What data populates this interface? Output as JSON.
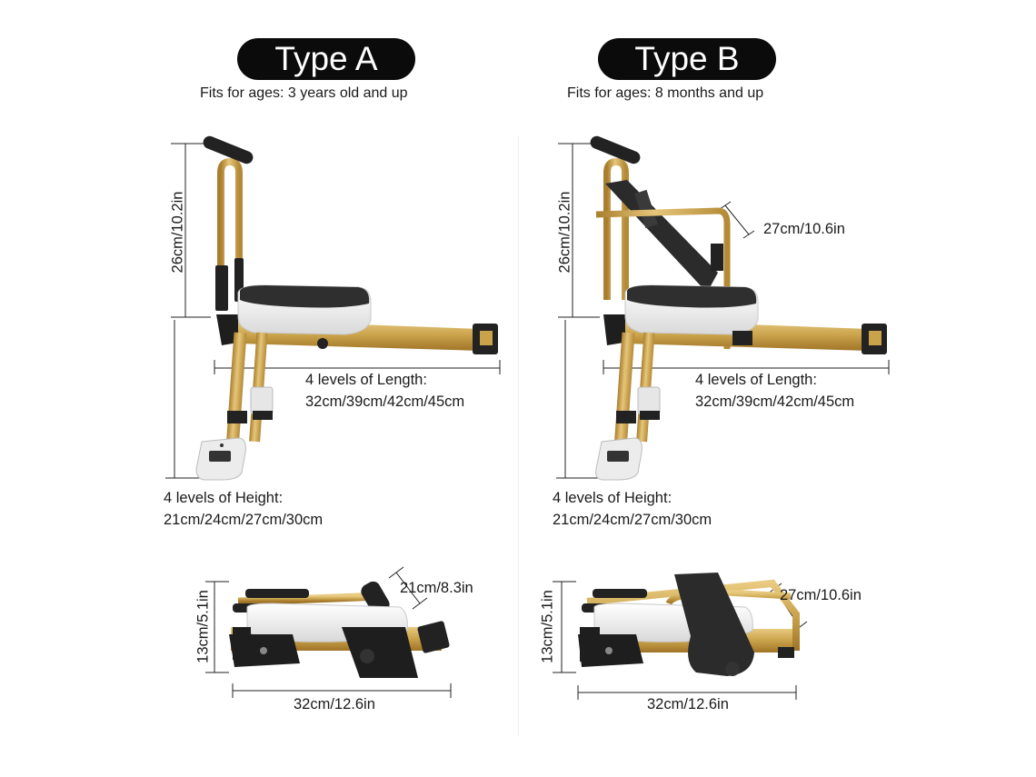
{
  "type_a": {
    "title": "Type A",
    "fits": "Fits for ages: 3 years old and up",
    "back_height": "26cm/10.2in",
    "length_title": "4 levels of Length:",
    "length_values": "32cm/39cm/42cm/45cm",
    "height_title": "4 levels of Height:",
    "height_values": "21cm/24cm/27cm/30cm",
    "folded_height": "13cm/5.1in",
    "handle_width": "21cm/8.3in",
    "folded_length": "32cm/12.6in"
  },
  "type_b": {
    "title": "Type B",
    "fits": "Fits for ages: 8 months and up",
    "back_height": "26cm/10.2in",
    "armrest_width": "27cm/10.6in",
    "length_title": "4 levels of Length:",
    "length_values": "32cm/39cm/42cm/45cm",
    "height_title": "4 levels of Height:",
    "height_values": "21cm/24cm/27cm/30cm",
    "folded_height": "13cm/5.1in",
    "folded_armrest": "27cm/10.6in",
    "folded_length": "32cm/12.6in"
  },
  "colors": {
    "frame_gold": "#c9a24a",
    "pad_black": "#2b2b2b",
    "cushion_white": "#f2f2f2",
    "title_pill": "#0b0b0b"
  }
}
